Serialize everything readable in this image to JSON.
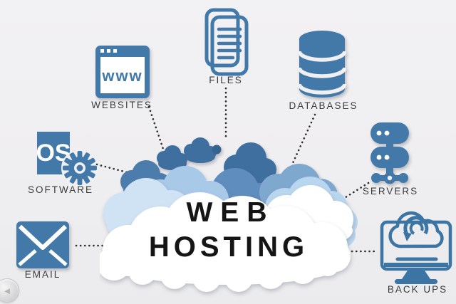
{
  "scene_title": "Web Hosting",
  "center_cloud": {
    "line1": "WEB",
    "line2": "HOSTING"
  },
  "nodes": {
    "websites": {
      "label": "WEBSITES",
      "icon": "browser-www-icon",
      "inner_text": "www"
    },
    "files": {
      "label": "FILES",
      "icon": "documents-icon"
    },
    "databases": {
      "label": "DATABASES",
      "icon": "database-icon"
    },
    "software": {
      "label": "SOFTWARE",
      "icon": "os-gear-icon",
      "inner_text": "OS"
    },
    "servers": {
      "label": "SERVERS",
      "icon": "server-stack-icon"
    },
    "email": {
      "label": "EMAIL",
      "icon": "envelope-icon"
    },
    "backups": {
      "label": "BACK UPS",
      "icon": "cloud-backup-monitor-icon"
    }
  },
  "connections": [
    {
      "from": "websites",
      "to": "web-hosting-cloud"
    },
    {
      "from": "files",
      "to": "web-hosting-cloud"
    },
    {
      "from": "databases",
      "to": "web-hosting-cloud"
    },
    {
      "from": "software",
      "to": "web-hosting-cloud"
    },
    {
      "from": "servers",
      "to": "web-hosting-cloud"
    },
    {
      "from": "email",
      "to": "web-hosting-cloud"
    },
    {
      "from": "backups",
      "to": "web-hosting-cloud"
    }
  ],
  "nav": {
    "back_button_glyph": "◄"
  },
  "colors": {
    "icon_blue": "#4379a9",
    "icon_blue_dark": "#3c74a4",
    "dark_cloud": "#3e6f9f",
    "darker_cloud": "#35638f",
    "darkmed_cloud": "#4c7cab",
    "medium_cloud": "#5f8dbd",
    "medlight_cloud": "#7fa8cf",
    "light_cloud": "#a9c9e9",
    "pale_cloud": "#cfe3f5",
    "lighter_cloud": "#b9d6ef",
    "cloud_white": "#ffffff",
    "bg": "#f0eff1",
    "title_color": "#151515",
    "label_color": "#3b3b3b",
    "dot_color": "#2d2d2d"
  }
}
